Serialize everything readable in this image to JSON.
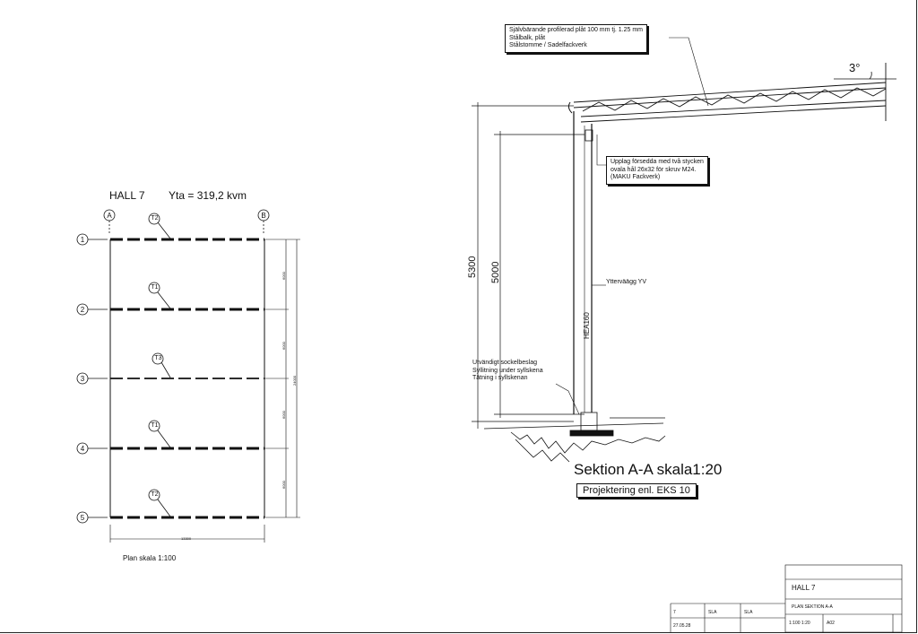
{
  "plan": {
    "title": "HALL 7",
    "area": "Yta = 319,2 kvm",
    "scale": "Plan skala 1:100",
    "grid_columns": [
      "A",
      "B"
    ],
    "grid_rows": [
      "1",
      "2",
      "3",
      "4",
      "5"
    ],
    "beam_tags": [
      "T2",
      "T1",
      "T3",
      "T1",
      "T2"
    ],
    "bay_dims": [
      "6000",
      "6000",
      "6000",
      "6000"
    ],
    "total_dim": "24000",
    "width_dim": "13300"
  },
  "section": {
    "title": "Sektion A-A skala1:20",
    "projection": "Projektering enl. EKS 10",
    "roof_note": [
      "Självbärande profilerad plåt 100 mm tj. 1.25 mm",
      "Stålbalk, plåt",
      "Stålstomme / Sadelfackverk"
    ],
    "support_note": [
      "Upplag försedda med två stycken",
      "ovala hål 26x32 för skruv M24.",
      "(MAKU Fackverk)"
    ],
    "base_note": [
      "Utvändigt sockelbeslag",
      "Syllitning under syllskena",
      "Tätning i syllskenan"
    ],
    "wall_label": "Ytterväägg YV",
    "column_label": "HEA160",
    "dim_total": "5300",
    "dim_inner": "5000",
    "roof_angle": "3°"
  },
  "title_block": {
    "project": "HALL 7",
    "drawing": "PLAN  SEKTION  A-A",
    "drawing_no": "7",
    "designer": "SLA",
    "checker": "SLA",
    "date": "27.05.28",
    "scale": "1:100  1:20",
    "sheet": "A02"
  }
}
